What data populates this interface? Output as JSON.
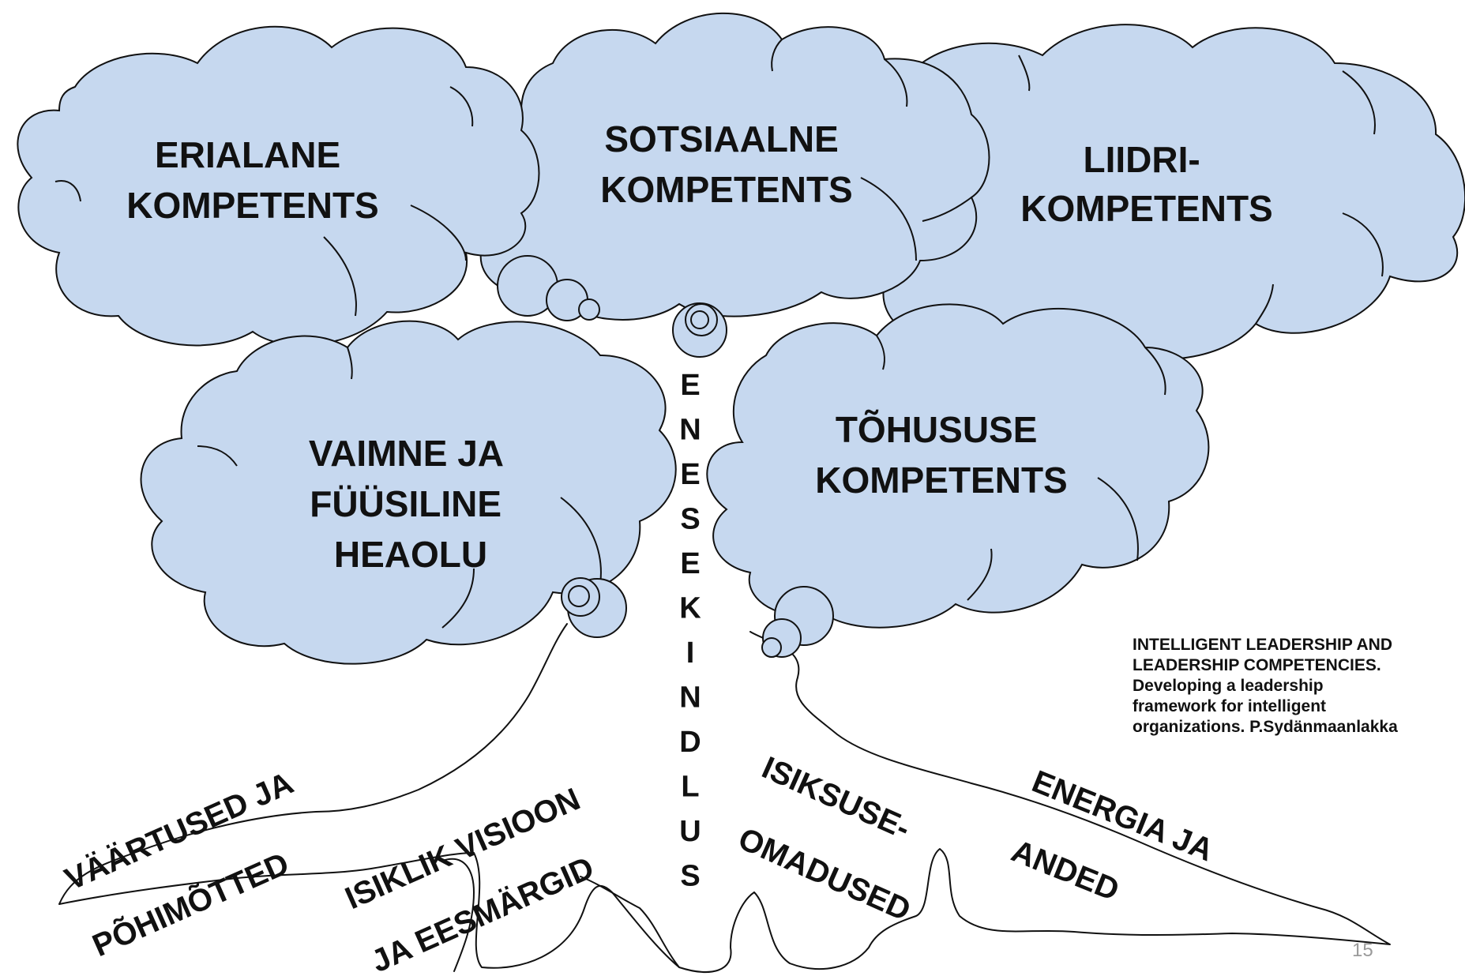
{
  "clouds": {
    "erialane": {
      "line1": "ERIALANE",
      "line2": "KOMPETENTS"
    },
    "sotsiaalne": {
      "line1": "SOTSIAALNE",
      "line2": "KOMPETENTS"
    },
    "liidri": {
      "line1": "LIIDRI-",
      "line2": "KOMPETENTS"
    },
    "vaimne": {
      "line1": "VAIMNE JA",
      "line2": "FÜÜSILINE",
      "line3": "HEAOLU"
    },
    "tohususe": {
      "line1": "TÕHUSUSE",
      "line2": "KOMPETENTS"
    }
  },
  "trunk": {
    "letters": [
      "E",
      "N",
      "E",
      "S",
      "E",
      "K",
      "I",
      "N",
      "D",
      "L",
      "U",
      "S"
    ]
  },
  "roots": {
    "vaartused": {
      "line1": "VÄÄRTUSED JA",
      "line2": "PÕHIMÕTTED"
    },
    "visioon": {
      "line1": "ISIKLIK VISIOON",
      "line2": "JA EESMÄRGID"
    },
    "isiksus": {
      "line1": "ISIKSUSE-",
      "line2": "OMADUSED"
    },
    "energia": {
      "line1": "ENERGIA JA",
      "line2": "ANDED"
    }
  },
  "citation": {
    "line1": "INTELLIGENT LEADERSHIP AND",
    "line2": "LEADERSHIP COMPETENCIES.",
    "line3": "Developing a leadership",
    "line4": "framework for intelligent",
    "line5": "organizations. P.Sydänmaanlakka"
  },
  "page_number": "15",
  "colors": {
    "cloud_fill": "#c6d8ef",
    "outline": "#111111",
    "page_number": "#9a9a9a"
  }
}
